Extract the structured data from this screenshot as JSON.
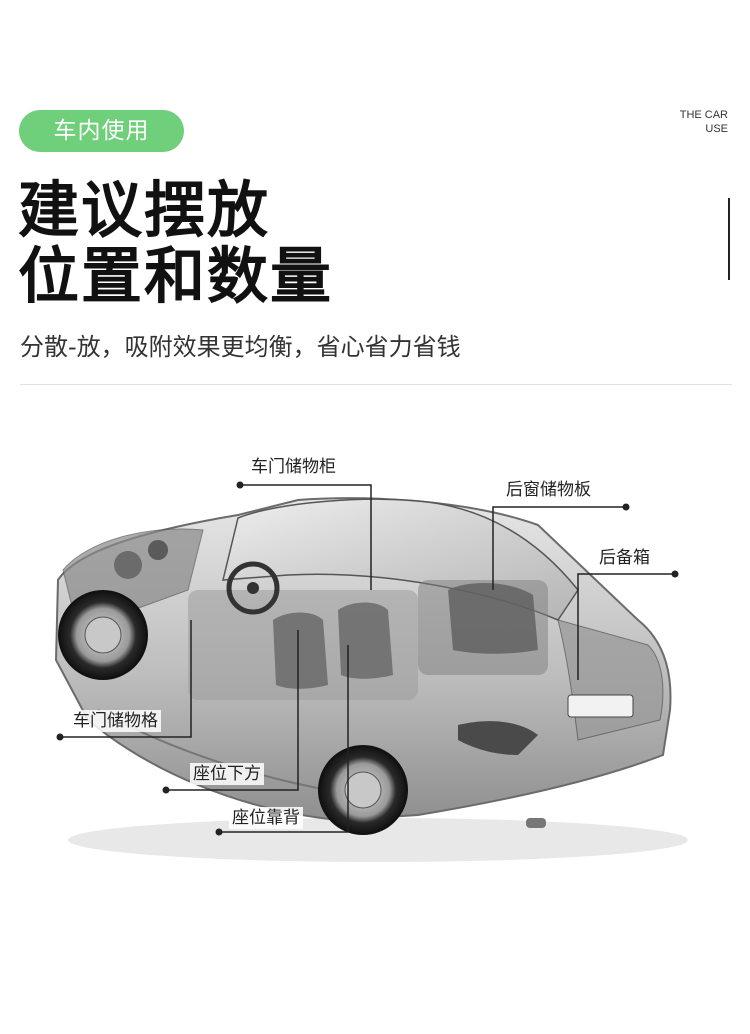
{
  "header": {
    "pill_label": "车内使用",
    "en_tag_line1": "THE CAR",
    "en_tag_line2": "USE",
    "accent_color": "#6fcf7a"
  },
  "headline": {
    "line1": "建议摆放",
    "line2": "位置和数量"
  },
  "subtitle": "分散-放，吸附效果更均衡，省心省力省钱",
  "figure": {
    "image": "car-cutaway-illustration",
    "callouts": {
      "door_storage_box": "车门储物柜",
      "rear_window_shelf": "后窗储物板",
      "trunk": "后备箱",
      "door_storage_compartment": "车门储物格",
      "under_seat": "座位下方",
      "seat_back": "座位靠背"
    }
  }
}
